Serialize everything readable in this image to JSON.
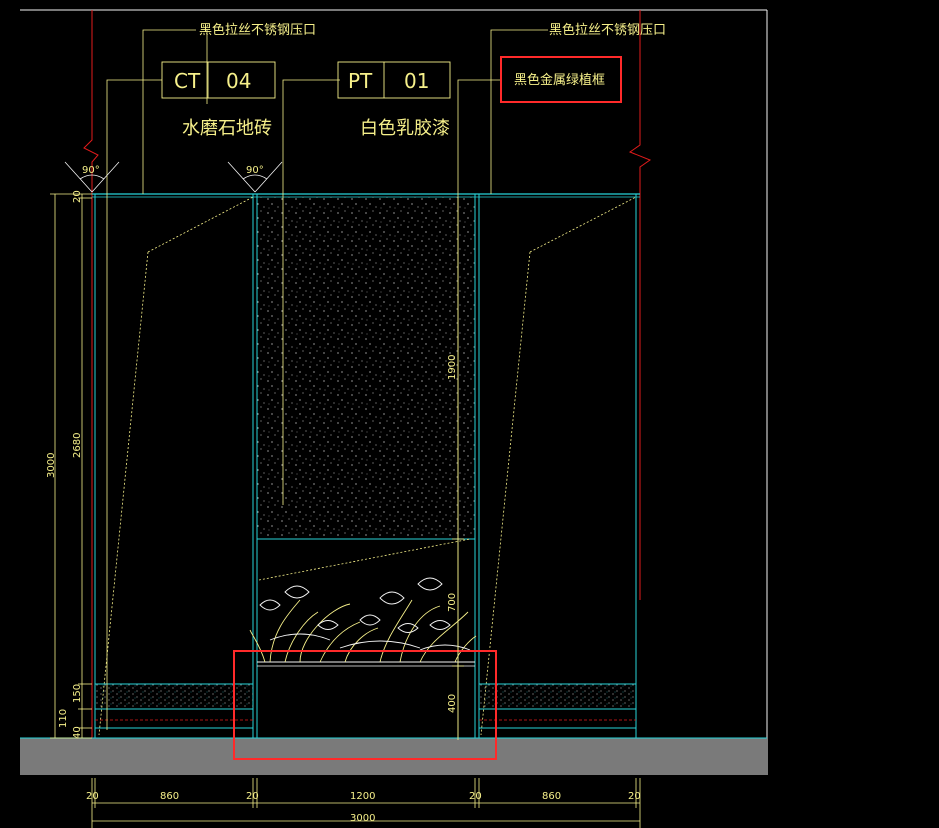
{
  "colors": {
    "background": "#000000",
    "cyan": "#27d3d9",
    "yellow": "#f6f08a",
    "red": "#e21b1b",
    "white": "#f4f4f4",
    "gray_floor": "#7a7a7a",
    "highlight": "#ff2a2a"
  },
  "callouts": {
    "top_left": "黑色拉丝不锈钢压口",
    "top_right": "黑色拉丝不锈钢压口",
    "highlighted": "黑色金属绿植框",
    "tag_ct": {
      "code": "CT",
      "number": "04",
      "desc": "水磨石地砖"
    },
    "tag_pt": {
      "code": "PT",
      "number": "01",
      "desc": "白色乳胶漆"
    }
  },
  "angles": {
    "left": "90°",
    "mid": "90°"
  },
  "dims_left": {
    "overall": "3000",
    "panel": "2680",
    "top": "20",
    "d150": "150",
    "d110": "110",
    "d40": "40"
  },
  "dims_center": {
    "d1900": "1900",
    "d700": "700",
    "d400": "400"
  },
  "dims_bottom": {
    "segments": [
      "20",
      "860",
      "20",
      "1200",
      "20",
      "860",
      "20"
    ],
    "total": "3000"
  }
}
